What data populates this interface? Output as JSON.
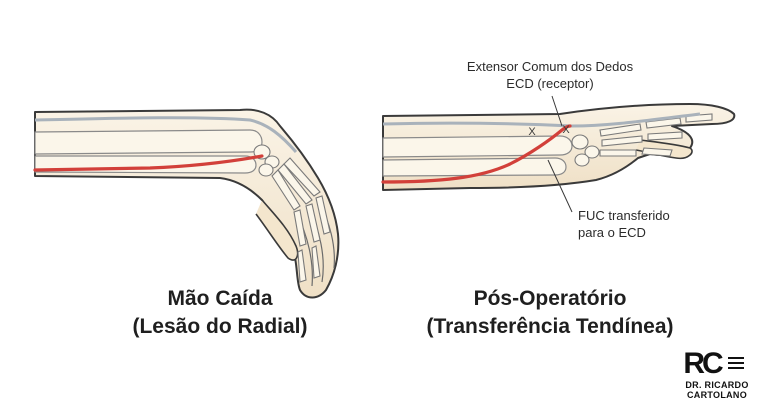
{
  "left_panel": {
    "title_line1": "Mão Caída",
    "title_line2": "(Lesão do Radial)"
  },
  "right_panel": {
    "title_line1": "Pós-Operatório",
    "title_line2": "(Transferência Tendínea)",
    "label_ecd_line1": "Extensor Comum dos Dedos",
    "label_ecd_line2": "ECD (receptor)",
    "label_fuc_line1": "FUC transferido",
    "label_fuc_line2": "para o ECD",
    "suture_mark": "X"
  },
  "logo": {
    "monogram": "RC",
    "name_line1": "DR. RICARDO",
    "name_line2": "CARTOLANO"
  },
  "colors": {
    "skin": "#f6ebd6",
    "outline": "#3a3a3a",
    "tendon_red": "#d2403a",
    "tendon_gray": "#a9b2bb"
  }
}
